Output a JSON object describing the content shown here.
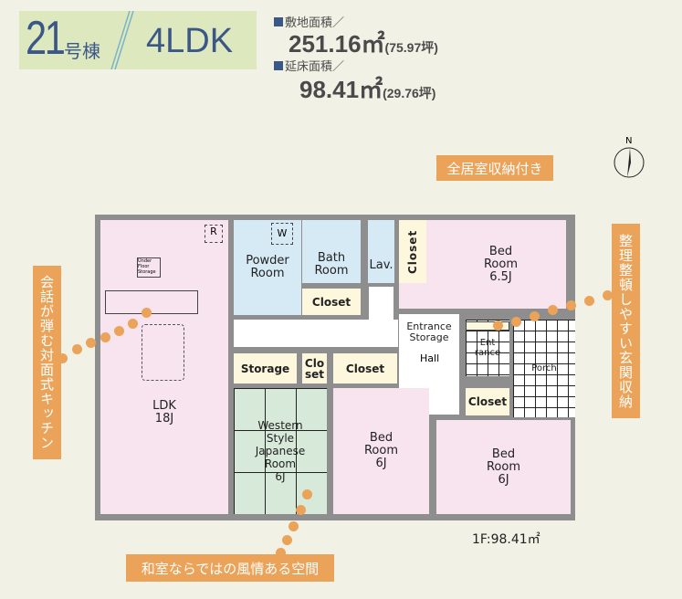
{
  "header": {
    "building_number": "21",
    "building_suffix": "号棟",
    "layout_type": "4LDK",
    "site_area_label": "敷地面積／",
    "site_area_value": "251.16㎡",
    "site_area_tsubo": "(75.97坪)",
    "floor_area_label": "延床面積／",
    "floor_area_value": "98.41㎡",
    "floor_area_tsubo": "(29.76坪)"
  },
  "compass": {
    "label": "N"
  },
  "rooms": {
    "ldk": "LDK\n18J",
    "powder": "Powder\nRoom",
    "bath": "Bath\nRoom",
    "lav": "Lav.",
    "closet_v": "Closet",
    "bed1": "Bed\nRoom\n6.5J",
    "closet_bath": "Closet",
    "entrance_storage": "Entrance\nStorage",
    "hall": "Hall",
    "entrance": "Ent\nrance",
    "porch": "Porch",
    "storage": "Storage",
    "closet_small": "Clo\nset",
    "closet_mid": "Closet",
    "japanese": "Western\nStyle\nJapanese\nRoom\n6J",
    "bed2": "Bed\nRoom\n6J",
    "closet_right": "Closet",
    "bed3": "Bed\nRoom\n6J",
    "under_floor": "Under Floor Storage",
    "r_mark": "R",
    "w_mark": "W"
  },
  "floor_label": "1F:98.41㎡",
  "callouts": {
    "storage_all": "全居室収納付き",
    "entrance_storage": "整理整頓しやすい玄関収納",
    "kitchen": "会話が弾む対面式キッチン",
    "japanese": "和室ならではの風情ある空間"
  },
  "colors": {
    "accent": "#eba35a",
    "title": "#3b5787"
  }
}
